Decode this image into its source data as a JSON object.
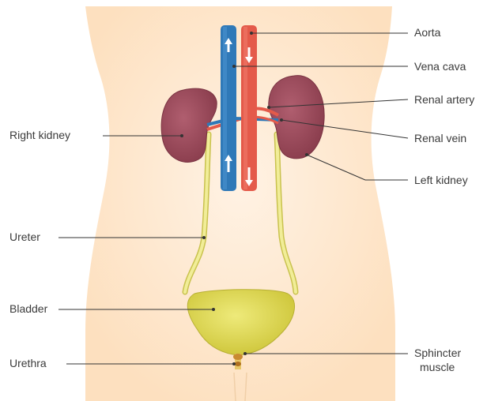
{
  "diagram": {
    "colors": {
      "skin": "#fde5c8",
      "skin_highlight": "#fff1e2",
      "kidney": "#9c4a5b",
      "aorta": "#e45a4a",
      "vena_cava": "#2f79b8",
      "ureter": "#ece784",
      "bladder": "#dcd54a",
      "leader_line": "#333333"
    },
    "labels": {
      "aorta": "Aorta",
      "vena_cava": "Vena cava",
      "renal_artery": "Renal artery",
      "renal_vein": "Renal vein",
      "left_kidney": "Left kidney",
      "right_kidney": "Right kidney",
      "ureter": "Ureter",
      "bladder": "Bladder",
      "sphincter_line1": "Sphincter",
      "sphincter_line2": "muscle",
      "urethra": "Urethra"
    }
  }
}
